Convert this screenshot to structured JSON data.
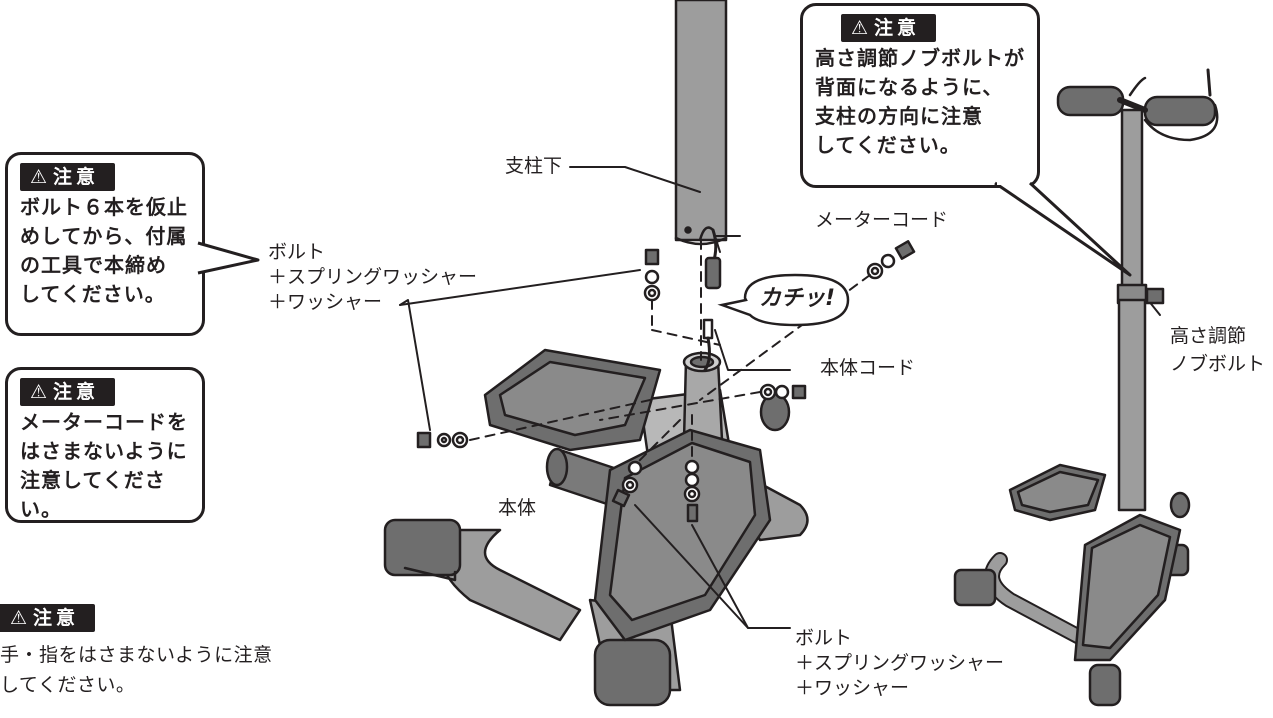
{
  "warnings": {
    "caution_label": "注意",
    "left_top": "ボルト６本を仮止\nめしてから、付属\nの工具で本締め\nしてください。",
    "left_mid": "メーターコードを\nはさまないように\n注意してください。",
    "left_bottom": "手・指をはさまないように注意\nしてください。",
    "right_top": "高さ調節ノブボルトが\n背面になるように、\n支柱の方向に注意\nしてください。"
  },
  "labels": {
    "pole_bottom": "支柱下",
    "meter_cord": "メーターコード",
    "click_sound": "カチッ!",
    "body_cord": "本体コード",
    "bolt_set_left": "ボルト\n＋スプリングワッシャー\n＋ワッシャー",
    "bolt_set_bottom": "ボルト\n＋スプリングワッシャー\n＋ワッシャー",
    "main_body": "本体",
    "height_knob": "高さ調節\nノブボルト"
  },
  "colors": {
    "ink": "#231f20",
    "metal": "#9d9d9d",
    "dark_part": "#6e6e6e",
    "pad": "#8a8a8a"
  }
}
